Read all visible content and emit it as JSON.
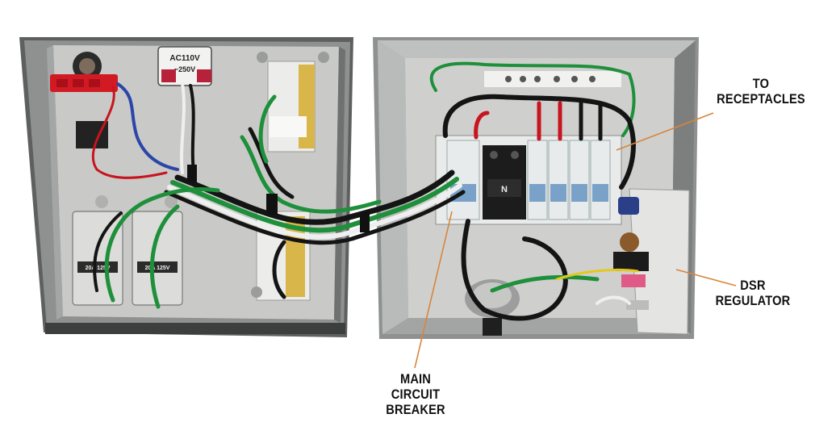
{
  "callouts": {
    "receptacles": {
      "lines": [
        "TO",
        "RECEPTACLES"
      ]
    },
    "dsr": {
      "lines": [
        "DSR",
        "REGULATOR"
      ]
    },
    "main_breaker": {
      "lines": [
        "MAIN",
        "CIRCUIT",
        "BREAKER"
      ]
    }
  },
  "device_labels": {
    "transformer_top": "AC110V",
    "transformer_bottom": "~250V",
    "outlet_left_tag": "20A 125V",
    "outlet_right_tag": "20A 125V",
    "main_breaker_mark": "N"
  },
  "colors": {
    "enclosure_grey": "#8e9190",
    "enclosure_dark": "#5e605f",
    "backplate": "#c9cac8",
    "breaker_body": "#e8ebec",
    "breaker_blue": "#7aa2c9",
    "main_breaker_black": "#1c1c1c",
    "wire_green": "#1e8f3a",
    "wire_red": "#c8141e",
    "wire_black": "#141414",
    "wire_white": "#efefef",
    "wire_blue": "#2b46a8",
    "leader_line": "#d9843a"
  }
}
